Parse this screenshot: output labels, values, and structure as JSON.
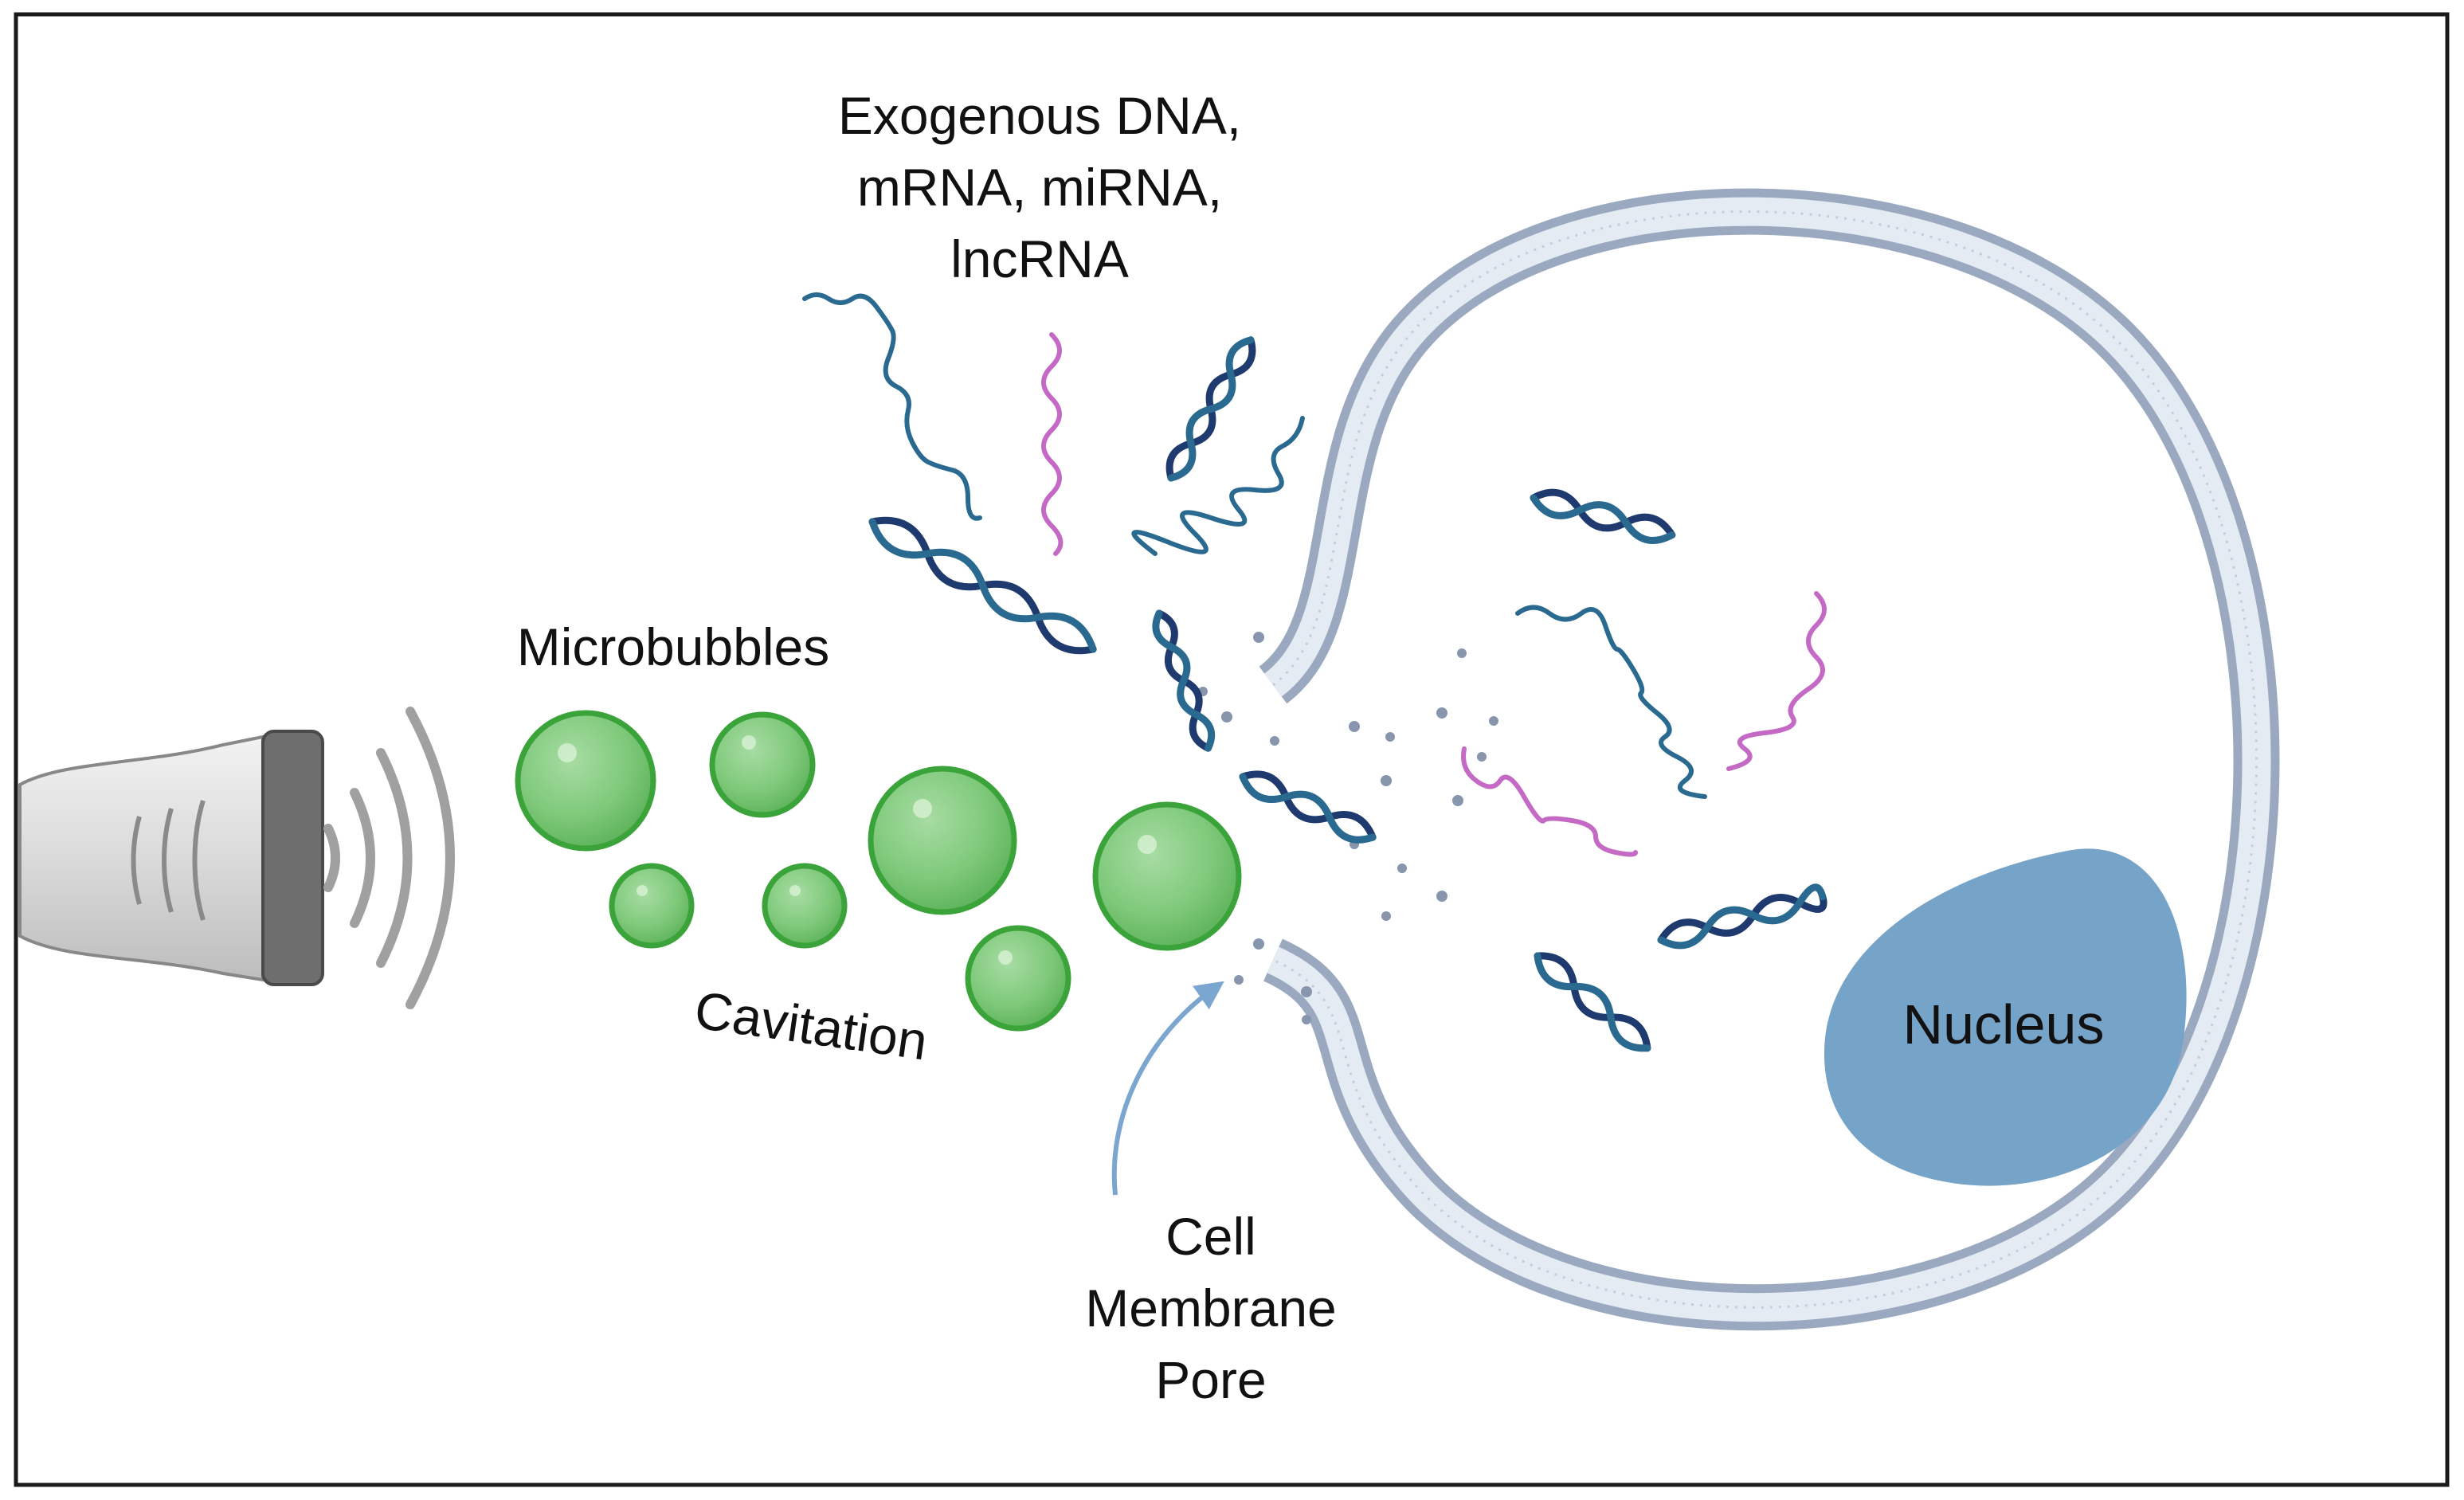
{
  "labels": {
    "cargo_line1": "Exogenous DNA,",
    "cargo_line2": "mRNA, miRNA,",
    "cargo_line3": "lncRNA",
    "microbubbles": "Microbubbles",
    "cavitation": "Cavitation",
    "pore_line1": "Cell",
    "pore_line2": "Membrane",
    "pore_line3": "Pore",
    "nucleus": "Nucleus"
  },
  "colors": {
    "border": "#1a1a1a",
    "bubble_fill": "#7ec97a",
    "bubble_stroke": "#3aa33a",
    "membrane": "#9aa9c0",
    "nucleus": "#76a3c8",
    "dna_dark": "#1e3a6e",
    "dna_teal": "#2a6a90",
    "rna_pink": "#c46ac4",
    "arrow": "#7aa6cf",
    "probe_body": "#d9d9d9",
    "probe_head": "#6e6e6e",
    "wave": "#a0a0a0"
  },
  "icons": {
    "probe": "ultrasound-probe-icon",
    "wave": "ultrasound-wave-icon",
    "bubble": "microbubble-icon",
    "dsDNA": "double-helix-icon",
    "ssRNA": "rna-strand-icon",
    "cell": "cell-membrane-icon",
    "nucleus": "nucleus-icon",
    "arrow": "curved-arrow-icon"
  }
}
